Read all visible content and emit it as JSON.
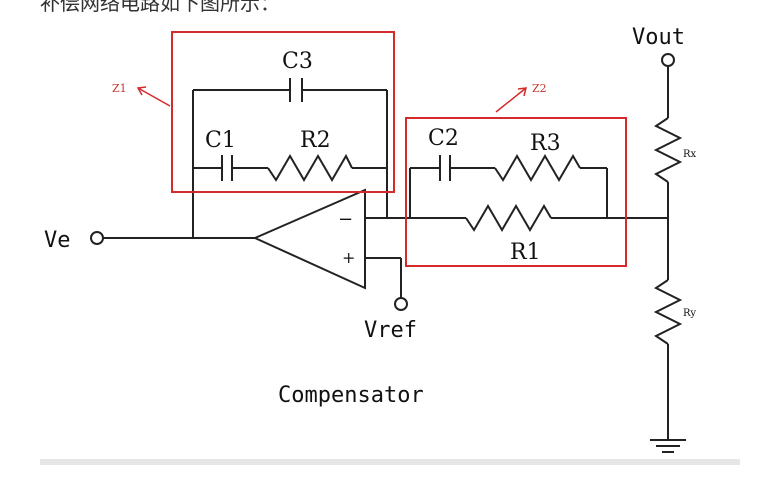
{
  "top_text": "补偿网络电路如下图所示：",
  "labels": {
    "vout": "Vout",
    "ve": "Ve",
    "vref": "Vref",
    "caption": "Compensator",
    "c1": "C1",
    "c2": "C2",
    "c3": "C3",
    "r1": "R1",
    "r2": "R2",
    "r3": "R3",
    "rx": "Rx",
    "ry": "Ry",
    "z1": "Z1",
    "z2": "Z2",
    "minus": "−",
    "plus": "+"
  },
  "colors": {
    "wire": "#222222",
    "highlight": "#d62a2a"
  }
}
